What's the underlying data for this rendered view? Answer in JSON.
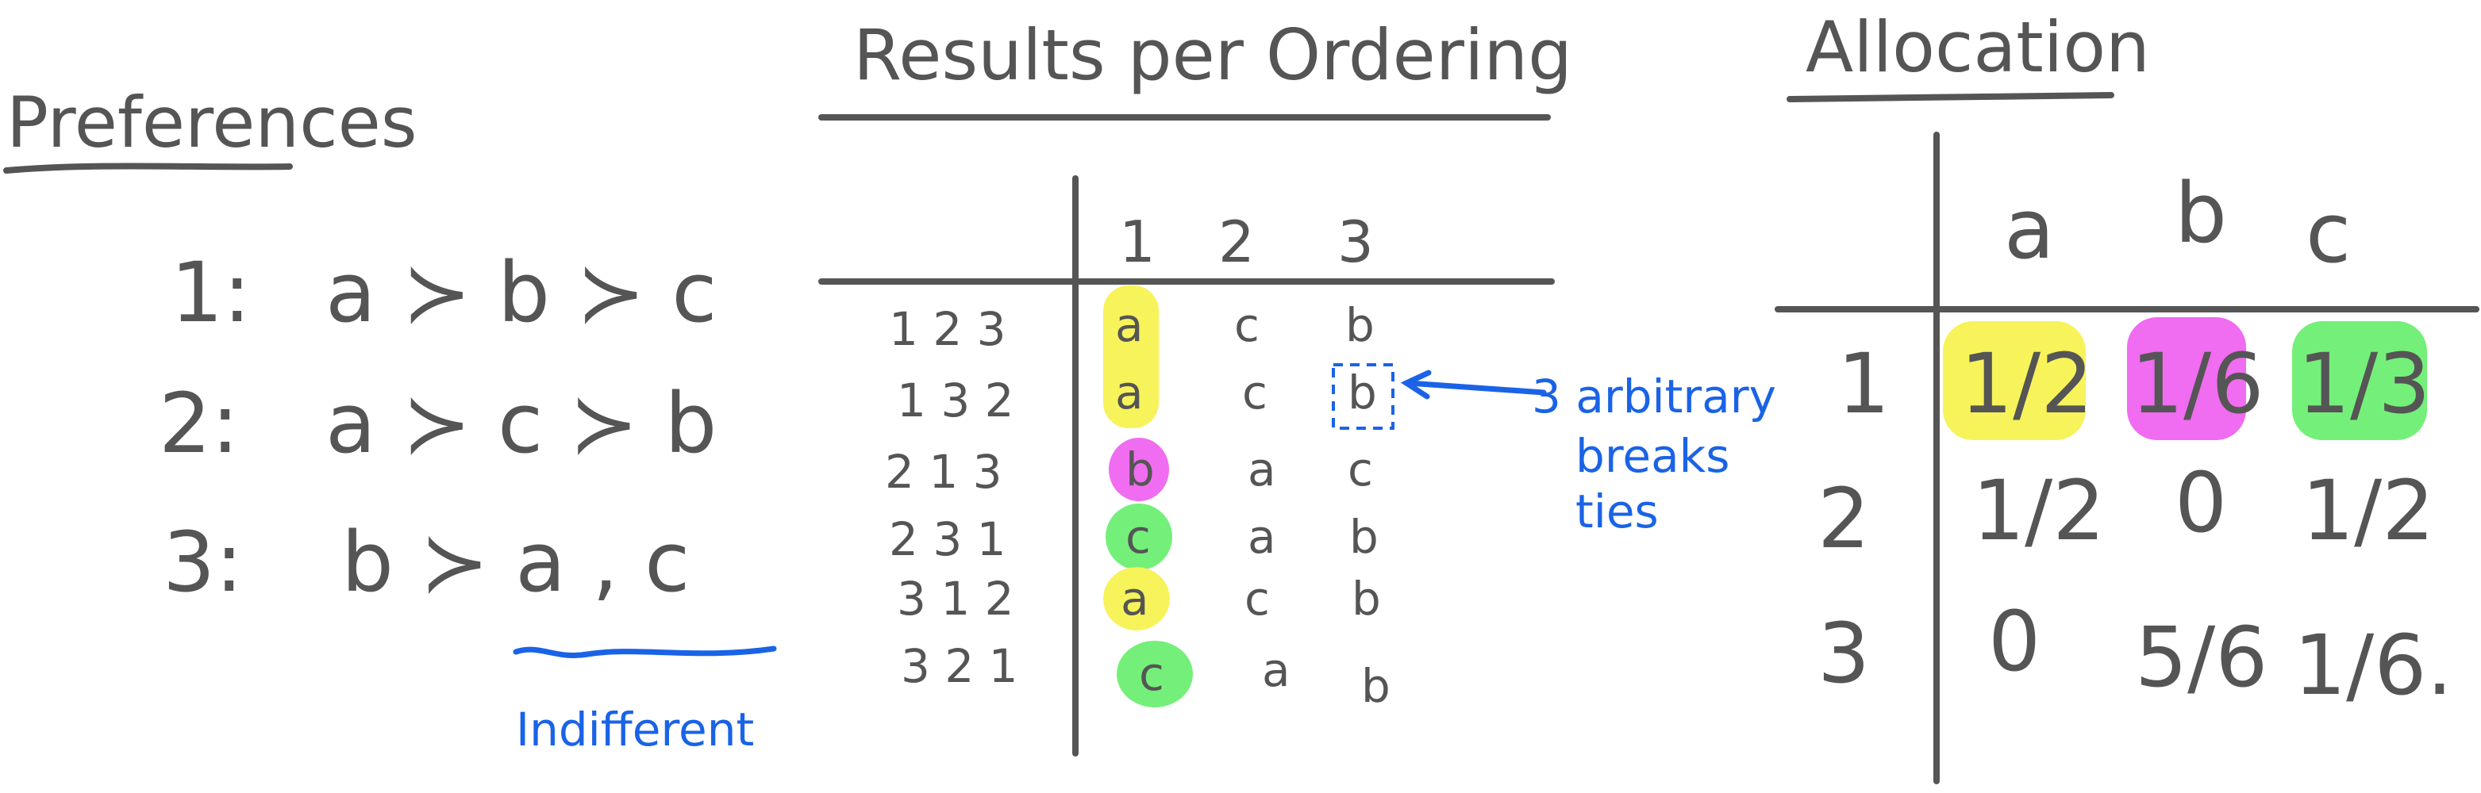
{
  "colors": {
    "ink": "#555555",
    "annotation": "#1a63e6",
    "yellow": "#f7f35a",
    "magenta": "#f06cf0",
    "green": "#74f07a"
  },
  "preferences": {
    "title": "Preferences",
    "rows": [
      {
        "agent": "1:",
        "order": "a ≻ b ≻ c"
      },
      {
        "agent": "2:",
        "order": "a ≻ c ≻ b"
      },
      {
        "agent": "3:",
        "order": "b ≻ a , c"
      }
    ],
    "note": "Indifferent"
  },
  "results": {
    "title": "Results per Ordering",
    "header": [
      "1",
      "2",
      "3"
    ],
    "rows": [
      {
        "ordering": "1 2 3",
        "cells": [
          "a",
          "c",
          "b"
        ],
        "highlight": "yellow"
      },
      {
        "ordering": "1 3 2",
        "cells": [
          "a",
          "c",
          "b"
        ],
        "highlight": "yellow"
      },
      {
        "ordering": "2 1 3",
        "cells": [
          "b",
          "a",
          "c"
        ],
        "highlight": "magenta"
      },
      {
        "ordering": "2 3 1",
        "cells": [
          "c",
          "a",
          "b"
        ],
        "highlight": "green"
      },
      {
        "ordering": "3 1 2",
        "cells": [
          "a",
          "c",
          "b"
        ],
        "highlight": "yellow"
      },
      {
        "ordering": "3 2 1",
        "cells": [
          "c",
          "a",
          "b"
        ],
        "highlight": "green"
      }
    ],
    "note_lines": [
      "3 arbitrary",
      "breaks",
      "ties"
    ]
  },
  "allocation": {
    "title": "Allocation",
    "columns": [
      "a",
      "b",
      "c"
    ],
    "rows": [
      {
        "agent": "1",
        "values": [
          "1/2",
          "1/6",
          "1/3"
        ]
      },
      {
        "agent": "2",
        "values": [
          "1/2",
          "0",
          "1/2"
        ]
      },
      {
        "agent": "3",
        "values": [
          "0",
          "5/6",
          "1/6."
        ]
      }
    ],
    "highlights": [
      "yellow",
      "magenta",
      "green"
    ]
  }
}
